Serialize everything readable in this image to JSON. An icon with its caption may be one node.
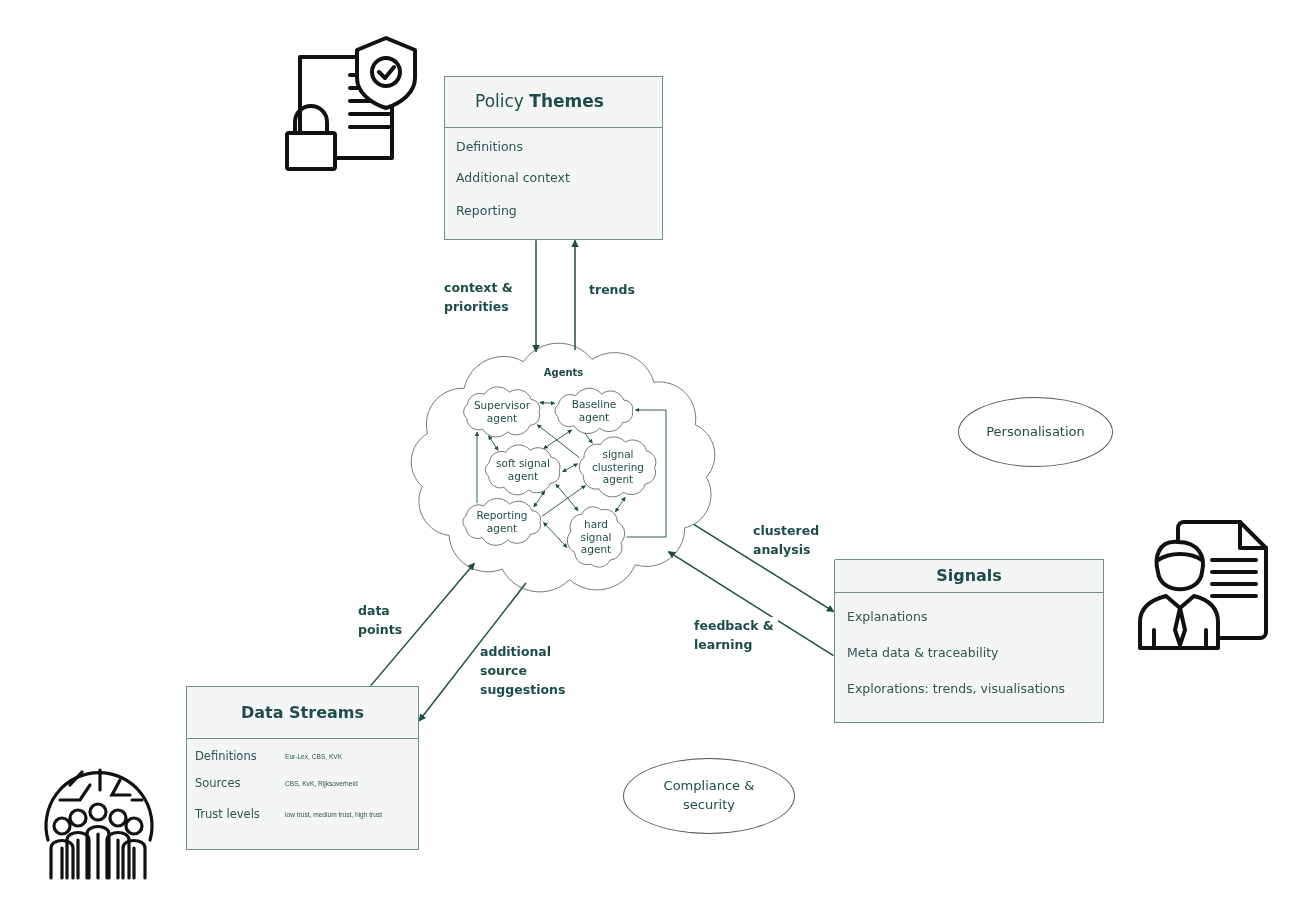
{
  "diagram": {
    "nodes": [
      {
        "text": [
          "Policy **Themes**",
          "Definitions",
          "Additional context",
          "Reporting"
        ]
      },
      {
        "text": [
          "Agents"
        ]
      },
      {
        "text": [
          "Supervisor agent"
        ],
        "in": 1
      },
      {
        "text": [
          "Baseline agent"
        ],
        "in": 1
      },
      {
        "text": [
          "soft signal agent"
        ],
        "in": 1
      },
      {
        "text": [
          "signal clustering agent"
        ],
        "in": 1
      },
      {
        "text": [
          "Reporting agent"
        ],
        "in": 1
      },
      {
        "text": [
          "hard signal agent"
        ],
        "in": 1
      },
      {
        "text": [
          "Personalisation"
        ]
      },
      {
        "text": [
          "Signals",
          "Explanations",
          "Meta data & traceability",
          "Explorations: trends, visualisations"
        ]
      },
      {
        "text": [
          "Data Streams",
          "Definitions",
          "Eur-Lex, CBS, KVK",
          "Sources",
          "CBS, KvK, Rijksoverheid",
          "Trust levels",
          "low trust, medium trust, high trust"
        ]
      },
      {
        "text": [
          "Compliance & security"
        ]
      }
    ],
    "edges": [
      {
        "from": 0,
        "to": 1,
        "arrow": "to",
        "label": "context & priorities"
      },
      {
        "from": 1,
        "to": 0,
        "arrow": "to",
        "label": "trends"
      },
      {
        "from": 1,
        "to": 9,
        "arrow": "to",
        "label": "clustered analysis"
      },
      {
        "from": 9,
        "to": 1,
        "arrow": "to",
        "label": "feedback & learning"
      },
      {
        "from": 10,
        "to": 1,
        "arrow": "to",
        "label": "data points"
      },
      {
        "from": 1,
        "to": 10,
        "arrow": "to",
        "label": "additional source suggestions"
      },
      {
        "from": 2,
        "to": 3,
        "arrow": "both"
      },
      {
        "from": 5,
        "to": 2,
        "arrow": "to"
      },
      {
        "from": 3,
        "to": 4,
        "arrow": "both"
      },
      {
        "from": 3,
        "to": 5,
        "arrow": "to"
      },
      {
        "from": 2,
        "to": 4,
        "arrow": "both"
      },
      {
        "from": 4,
        "to": 5,
        "arrow": "both"
      },
      {
        "from": 4,
        "to": 6,
        "arrow": "both"
      },
      {
        "from": 6,
        "to": 5,
        "arrow": "to"
      },
      {
        "from": 6,
        "to": 2,
        "arrow": "to"
      },
      {
        "from": 4,
        "to": 7,
        "arrow": "both"
      },
      {
        "from": 6,
        "to": 7,
        "arrow": "both"
      },
      {
        "from": 7,
        "to": 5,
        "arrow": "both"
      },
      {
        "from": 7,
        "to": 3,
        "arrow": "to"
      }
    ]
  }
}
